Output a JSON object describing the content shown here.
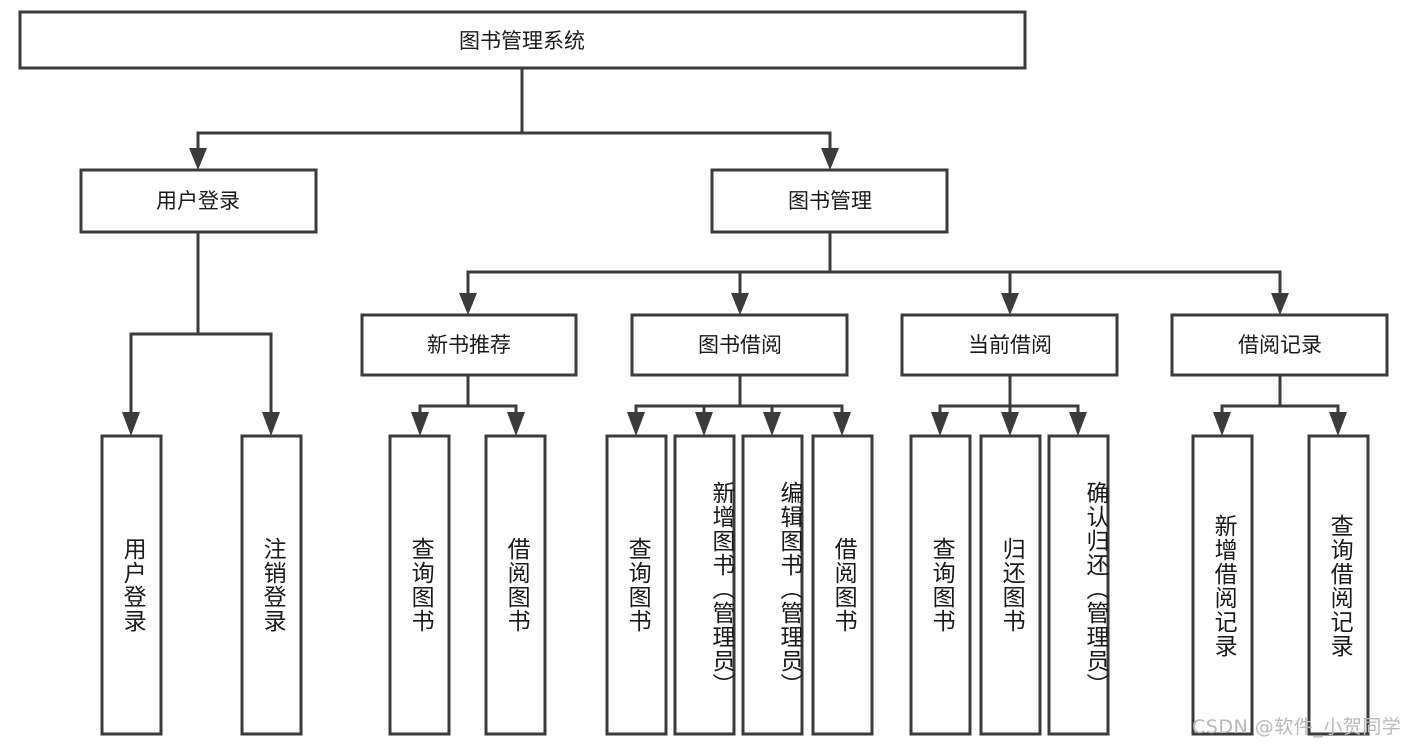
{
  "diagram": {
    "title": "图书管理系统",
    "type": "tree-hierarchy",
    "root": {
      "id": "root",
      "label": "图书管理系统",
      "orientation": "horizontal"
    },
    "level2": [
      {
        "id": "user-login",
        "label": "用户登录",
        "orientation": "horizontal"
      },
      {
        "id": "book-manage",
        "label": "图书管理",
        "orientation": "horizontal"
      }
    ],
    "level3": [
      {
        "id": "new-book-recommend",
        "label": "新书推荐",
        "orientation": "horizontal",
        "parent": "book-manage"
      },
      {
        "id": "book-borrow",
        "label": "图书借阅",
        "orientation": "horizontal",
        "parent": "book-manage"
      },
      {
        "id": "current-borrow",
        "label": "当前借阅",
        "orientation": "horizontal",
        "parent": "book-manage"
      },
      {
        "id": "borrow-record",
        "label": "借阅记录",
        "orientation": "horizontal",
        "parent": "book-manage"
      }
    ],
    "leaves": {
      "user-login": [
        {
          "id": "leaf-user-login",
          "label": "用户登录",
          "orientation": "vertical"
        },
        {
          "id": "leaf-user-logout",
          "label": "注销登录",
          "orientation": "vertical"
        }
      ],
      "new-book-recommend": [
        {
          "id": "leaf-query-book-1",
          "label": "查询图书",
          "orientation": "vertical"
        },
        {
          "id": "leaf-borrow-book-1",
          "label": "借阅图书",
          "orientation": "vertical"
        }
      ],
      "book-borrow": [
        {
          "id": "leaf-query-book-2",
          "label": "查询图书",
          "orientation": "vertical"
        },
        {
          "id": "leaf-add-book",
          "label": "新增图书（管理员）",
          "orientation": "vertical"
        },
        {
          "id": "leaf-edit-book",
          "label": "编辑图书（管理员）",
          "orientation": "vertical"
        },
        {
          "id": "leaf-borrow-book-2",
          "label": "借阅图书",
          "orientation": "vertical"
        }
      ],
      "current-borrow": [
        {
          "id": "leaf-query-book-3",
          "label": "查询图书",
          "orientation": "vertical"
        },
        {
          "id": "leaf-return-book",
          "label": "归还图书",
          "orientation": "vertical"
        },
        {
          "id": "leaf-confirm-return",
          "label": "确认归还（管理员）",
          "orientation": "vertical"
        }
      ],
      "borrow-record": [
        {
          "id": "leaf-add-record",
          "label": "新增借阅记录",
          "orientation": "vertical"
        },
        {
          "id": "leaf-query-record",
          "label": "查询借阅记录",
          "orientation": "vertical"
        }
      ]
    }
  },
  "watermark": {
    "text": "CSDN @软件_小贺同学"
  },
  "colors": {
    "stroke": "#3b3b3b",
    "fill": "#ffffff",
    "text": "#1a1a1a",
    "watermark": "#b9b9b9"
  }
}
